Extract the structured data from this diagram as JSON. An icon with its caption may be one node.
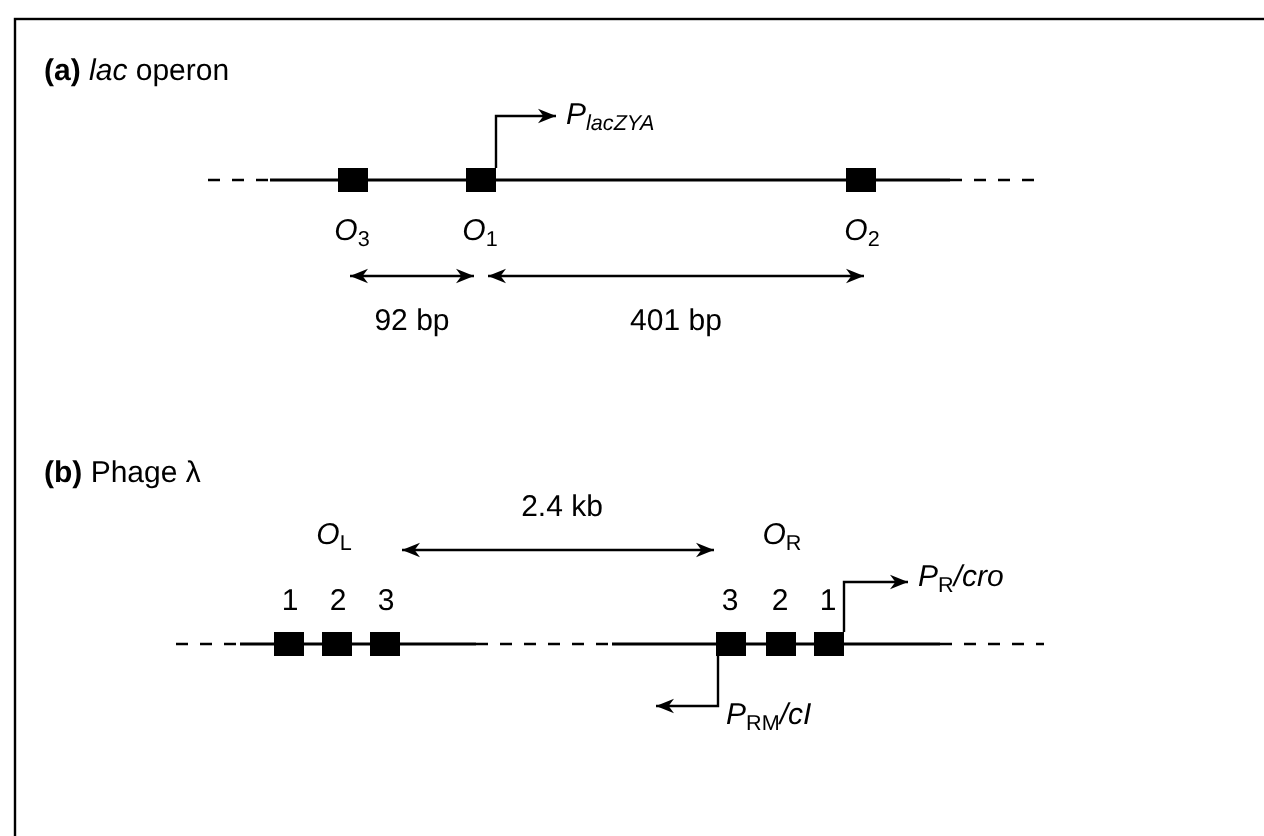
{
  "diagram": {
    "labels": [
      "**(a)** *lac* operon",
      "P$_{lacZYA}$",
      "*O*$_{3}$",
      "*O*$_{1}$",
      "*O*$_{2}$",
      "92 bp",
      "401 bp",
      "**(b)** Phage λ",
      "2.4 kb",
      "*O*$_{L}$",
      "*O*$_{R}$",
      "1",
      "2",
      "3",
      "3",
      "2",
      "1",
      "*P*$_{R}$*/cro*",
      "*P*$_{RM}$*/cI*"
    ]
  }
}
